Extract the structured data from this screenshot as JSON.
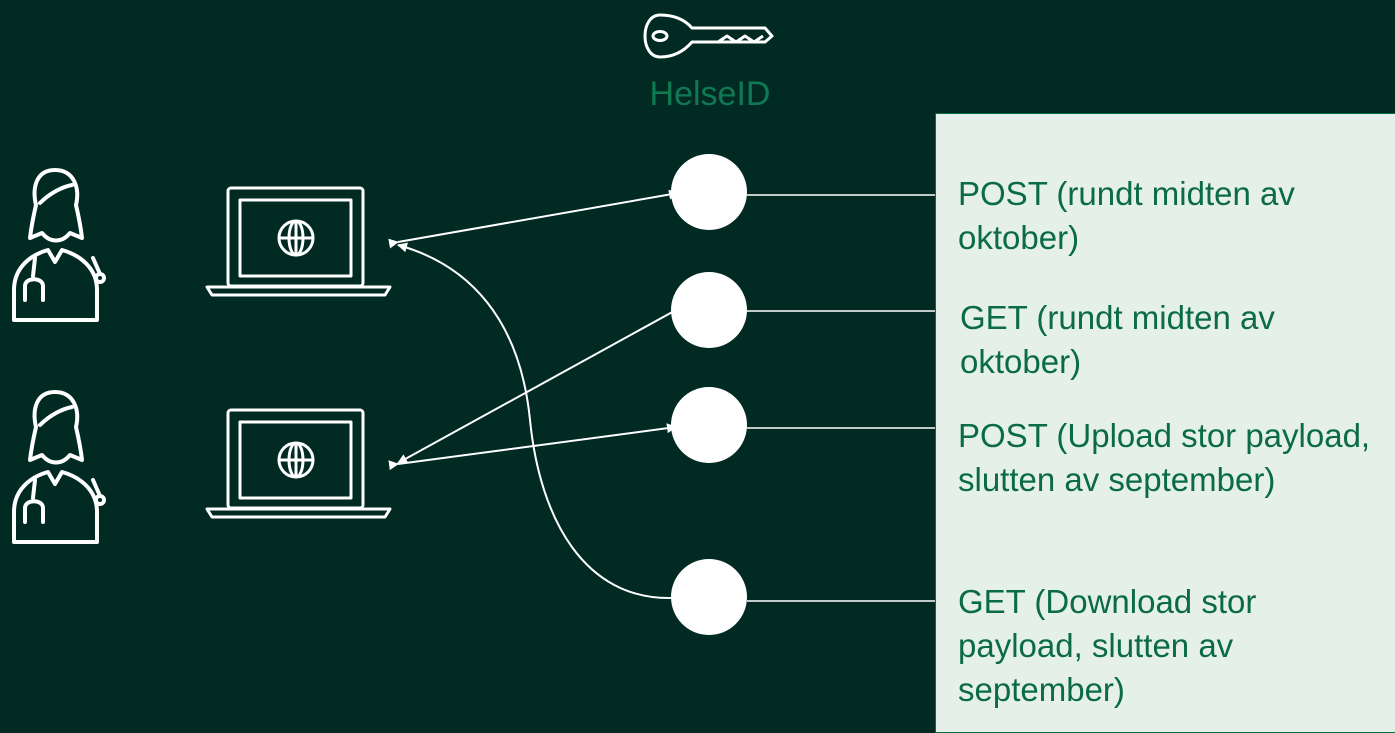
{
  "brand": {
    "label": "HelseID",
    "icon": "key-icon"
  },
  "users": [
    {
      "icon": "doctor-icon",
      "device_icon": "laptop-globe-icon"
    },
    {
      "icon": "doctor-icon",
      "device_icon": "laptop-globe-icon"
    }
  ],
  "endpoints": [
    {
      "label": "POST (rundt midten av oktober)"
    },
    {
      "label": "GET (rundt midten av oktober)"
    },
    {
      "label": "POST (Upload stor payload, slutten av september)"
    },
    {
      "label": "GET (Download stor payload, slutten av september)"
    }
  ],
  "colors": {
    "background": "#002a22",
    "panel_background": "#e6f0ea",
    "panel_text": "#0a6b45",
    "brand_text": "#0f7a52",
    "lines": "#ffffff"
  }
}
